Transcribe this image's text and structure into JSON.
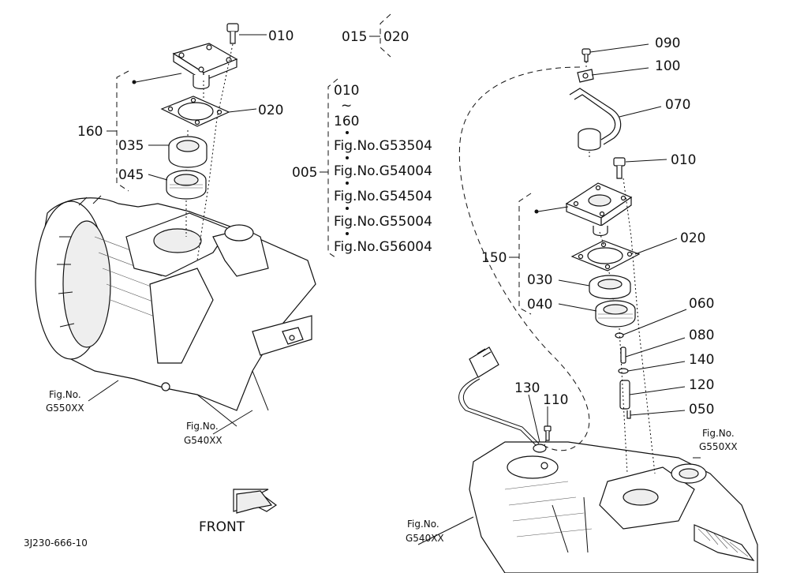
{
  "left": {
    "callouts": {
      "p010": "010",
      "p015": "015",
      "p020_top": "020",
      "p020": "020",
      "p160": "160",
      "p035": "035",
      "p045": "045",
      "p005": "005"
    },
    "applicability": {
      "range_from": "010",
      "range_sep": "~",
      "range_to": "160",
      "fig_numbers": [
        "Fig.No.G53504",
        "Fig.No.G54004",
        "Fig.No.G54504",
        "Fig.No.G55004",
        "Fig.No.G56004"
      ]
    },
    "refs": {
      "g550_line1": "Fig.No.",
      "g550_line2": "G550XX",
      "g540_line1": "Fig.No.",
      "g540_line2": "G540XX"
    },
    "front_label": "FRONT",
    "drawing_id": "3J230-666-10"
  },
  "right": {
    "callouts": {
      "p090": "090",
      "p100": "100",
      "p070": "070",
      "p010": "010",
      "p020": "020",
      "p150": "150",
      "p030": "030",
      "p040": "040",
      "p060": "060",
      "p080": "080",
      "p140": "140",
      "p120": "120",
      "p050": "050",
      "p130": "130",
      "p110": "110"
    },
    "refs": {
      "g550_line1": "Fig.No.",
      "g550_line2": "G550XX",
      "g540_line1": "Fig.No.",
      "g540_line2": "G540XX"
    }
  }
}
